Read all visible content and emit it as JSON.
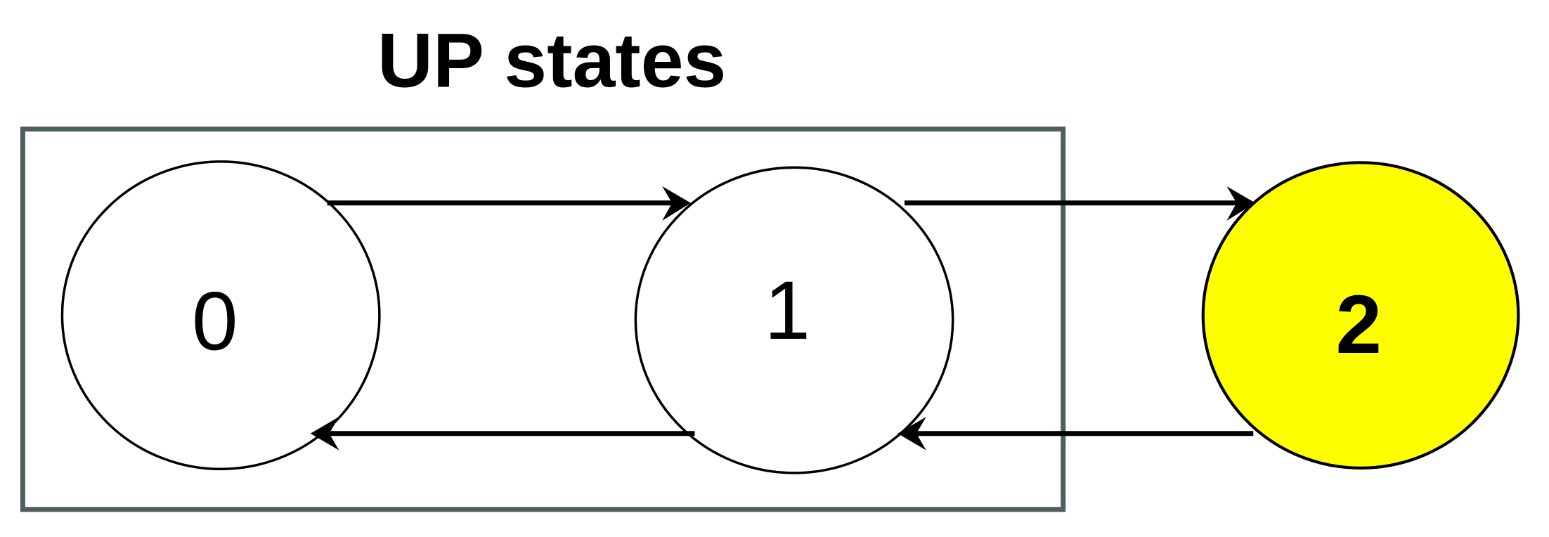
{
  "title": "UP states",
  "colors": {
    "group_box": "#4d5f5f",
    "highlight_fill": "#ffff00",
    "node_fill": "#ffffff",
    "stroke": "#000000"
  },
  "group": {
    "label": "UP states",
    "members": [
      "0",
      "1"
    ]
  },
  "states": [
    {
      "id": "0",
      "label": "0",
      "highlighted": false
    },
    {
      "id": "1",
      "label": "1",
      "highlighted": false
    },
    {
      "id": "2",
      "label": "2",
      "highlighted": true
    }
  ],
  "transitions": [
    {
      "from": "0",
      "to": "1"
    },
    {
      "from": "1",
      "to": "2"
    },
    {
      "from": "2",
      "to": "1"
    },
    {
      "from": "1",
      "to": "0"
    }
  ]
}
